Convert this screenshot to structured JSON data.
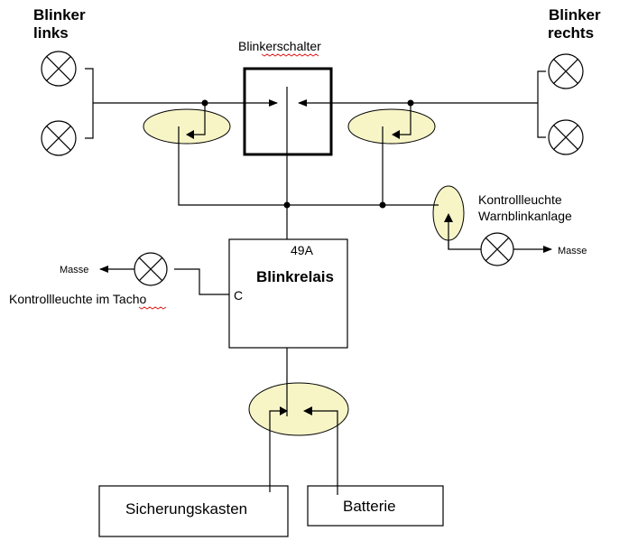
{
  "labels": {
    "blinker_links_line1": "Blinker",
    "blinker_links_line2": "links",
    "blinker_rechts_line1": "Blinker",
    "blinker_rechts_line2": "rechts",
    "blinkerschalter": "Blinkerschalter",
    "kontrollleuchte_warn_line1": "Kontrollleuchte",
    "kontrollleuchte_warn_line2": "Warnblinkanlage",
    "masse_left": "Masse",
    "masse_right": "Masse",
    "kontrollleuchte_tacho": "Kontrollleuchte im Tacho",
    "blinkrelais": "Blinkrelais",
    "terminal_49a": "49A",
    "terminal_c": "C",
    "sicherungskasten": "Sicherungskasten",
    "batterie": "Batterie"
  }
}
